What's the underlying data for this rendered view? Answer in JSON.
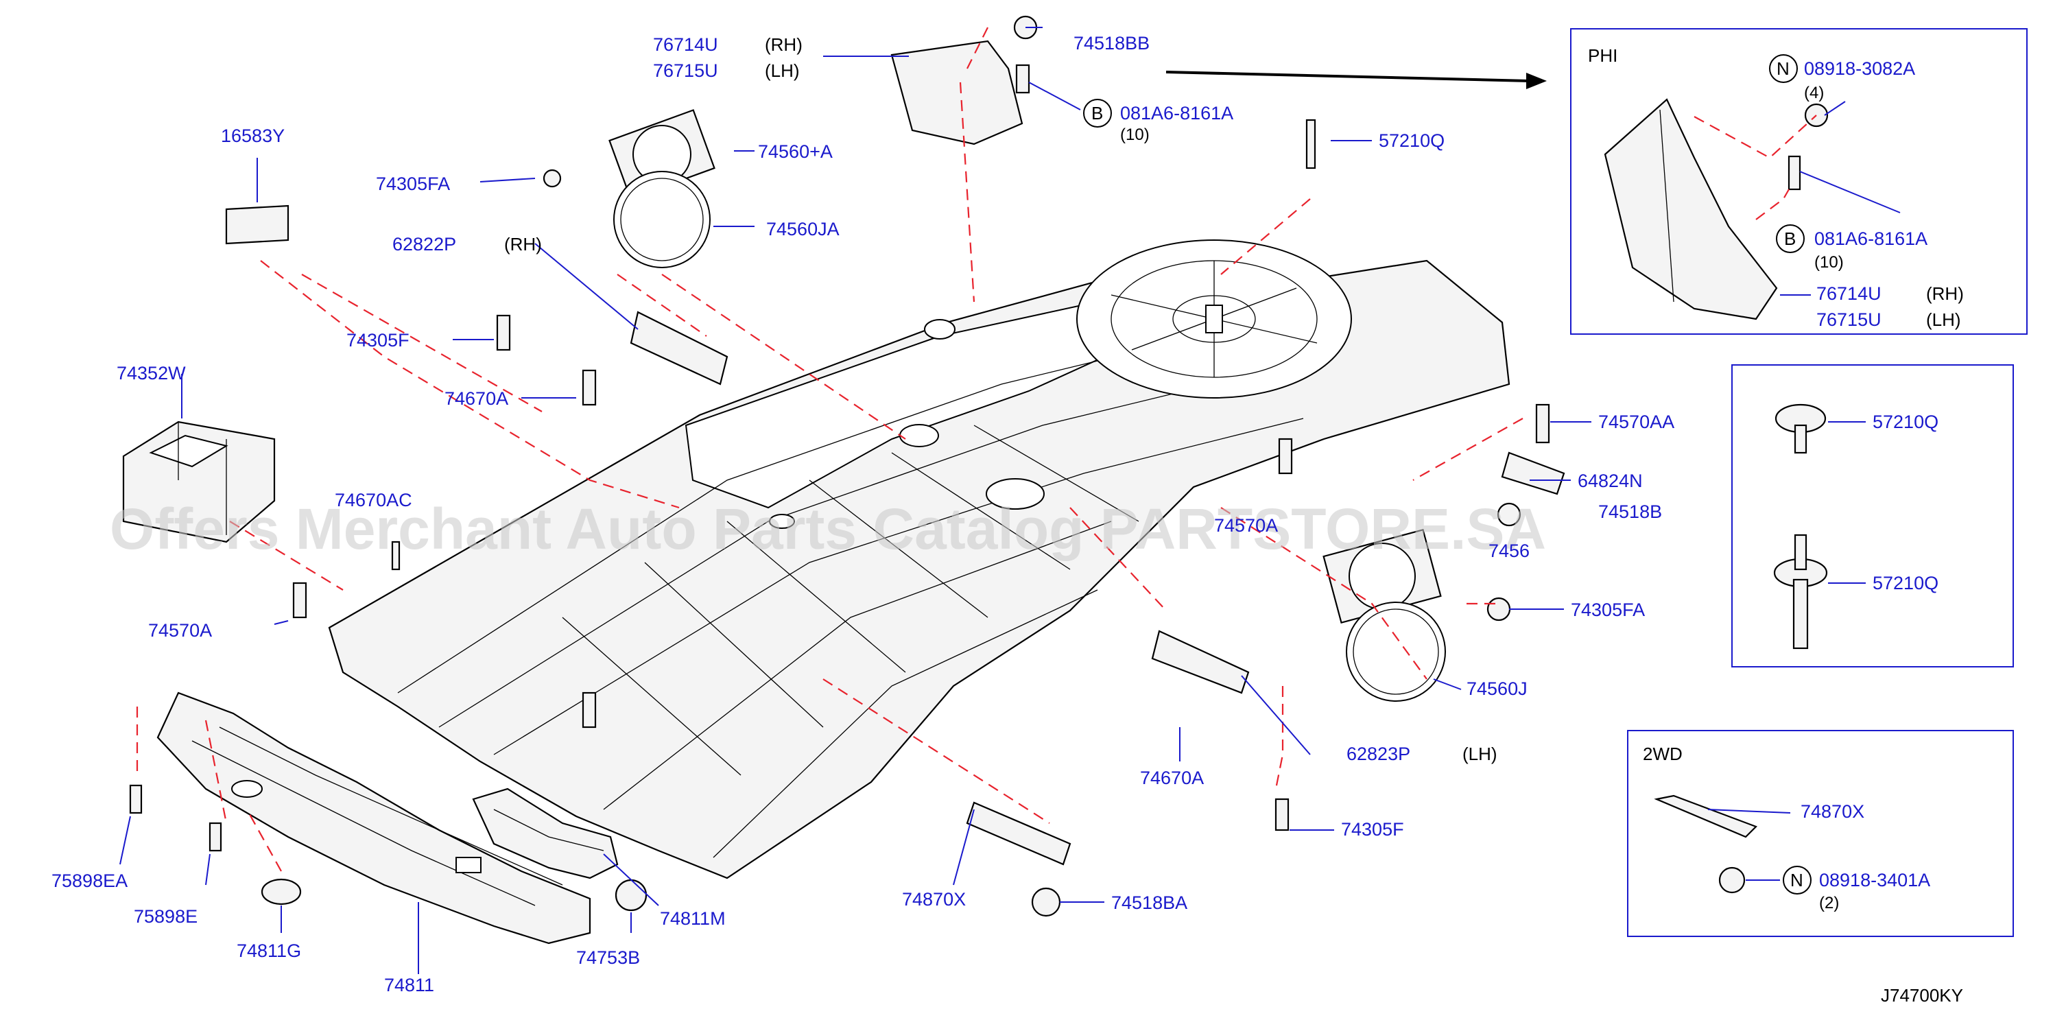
{
  "diagram_code": "J74700KY",
  "watermark": "Offers Merchant Auto Parts Catalog PARTSTORE.SA",
  "colors": {
    "part_number": "#1a1acc",
    "leader_dashed": "#e8232d",
    "line": "#000000",
    "background": "#ffffff"
  },
  "labels": {
    "p76714U": "76714U",
    "rh1": "(RH)",
    "p76715U": "76715U",
    "lh1": "(LH)",
    "p74518BB": "74518BB",
    "p081A6_main": "081A6-8161A",
    "b_main": "B",
    "q10_main": "(10)",
    "p16583Y": "16583Y",
    "p74560A": "74560+A",
    "p74305FA_top": "74305FA",
    "p74560JA": "74560JA",
    "p62822P": "62822P",
    "rh2": "(RH)",
    "p57210Q_main": "57210Q",
    "p74305F_top": "74305F",
    "p74670A_top": "74670A",
    "p74352W": "74352W",
    "p74670AC": "74670AC",
    "p74570A": "74570A",
    "p74570AA": "74570AA",
    "p64824N": "64824N",
    "p74518B": "74518B",
    "p74570A_right": "74570A",
    "p7456x": "7456",
    "p74305FA_right": "74305FA",
    "p74560J": "74560J",
    "p62823P": "62823P",
    "lh2": "(LH)",
    "p74670A_bottom": "74670A",
    "p74305F_bottom": "74305F",
    "p74870X_main": "74870X",
    "p74518BA": "74518BA",
    "p74811M": "74811M",
    "p74753B": "74753B",
    "p74811": "74811",
    "p74811G": "74811G",
    "p75898E": "75898E",
    "p75898EA": "75898EA"
  },
  "inset_phi": {
    "title": "PHI",
    "n_code": "N",
    "n_part": "08918-3082A",
    "n_qty": "(4)",
    "b_code": "B",
    "b_part": "081A6-8161A",
    "b_qty": "(10)",
    "p1": "76714U",
    "p1_side": "(RH)",
    "p2": "76715U",
    "p2_side": "(LH)"
  },
  "inset_clips": {
    "part1": "57210Q",
    "part2": "57210Q"
  },
  "inset_2wd": {
    "title": "2WD",
    "part1": "74870X",
    "n_code": "N",
    "n_part": "08918-3401A",
    "n_qty": "(2)"
  }
}
